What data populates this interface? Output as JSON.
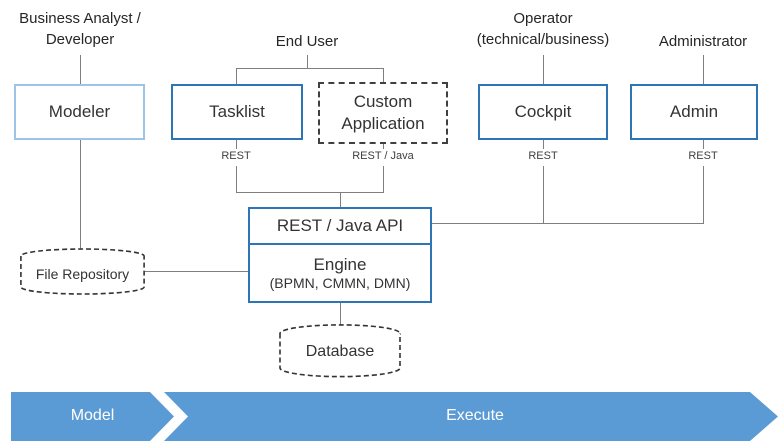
{
  "actors": {
    "business_analyst": "Business Analyst /\nDeveloper",
    "end_user": "End User",
    "operator": "Operator\n(technical/business)",
    "administrator": "Administrator"
  },
  "nodes": {
    "modeler": "Modeler",
    "tasklist": "Tasklist",
    "custom_application": "Custom\nApplication",
    "cockpit": "Cockpit",
    "admin": "Admin",
    "api": "REST / Java API",
    "engine": "Engine",
    "engine_sub": "(BPMN, CMMN, DMN)",
    "file_repository": "File Repository",
    "database": "Database"
  },
  "connectors": {
    "tasklist_protocol": "REST",
    "custom_app_protocol": "REST / Java",
    "cockpit_protocol": "REST",
    "admin_protocol": "REST"
  },
  "phases": {
    "model": "Model",
    "execute": "Execute"
  },
  "colors": {
    "phase_arrow": "#5B9BD5",
    "box_border": "#2E75B6",
    "modeler_border": "#9DC3E6",
    "dashed_border": "#404040",
    "connector": "#7F7F7F",
    "text": "#262626"
  }
}
